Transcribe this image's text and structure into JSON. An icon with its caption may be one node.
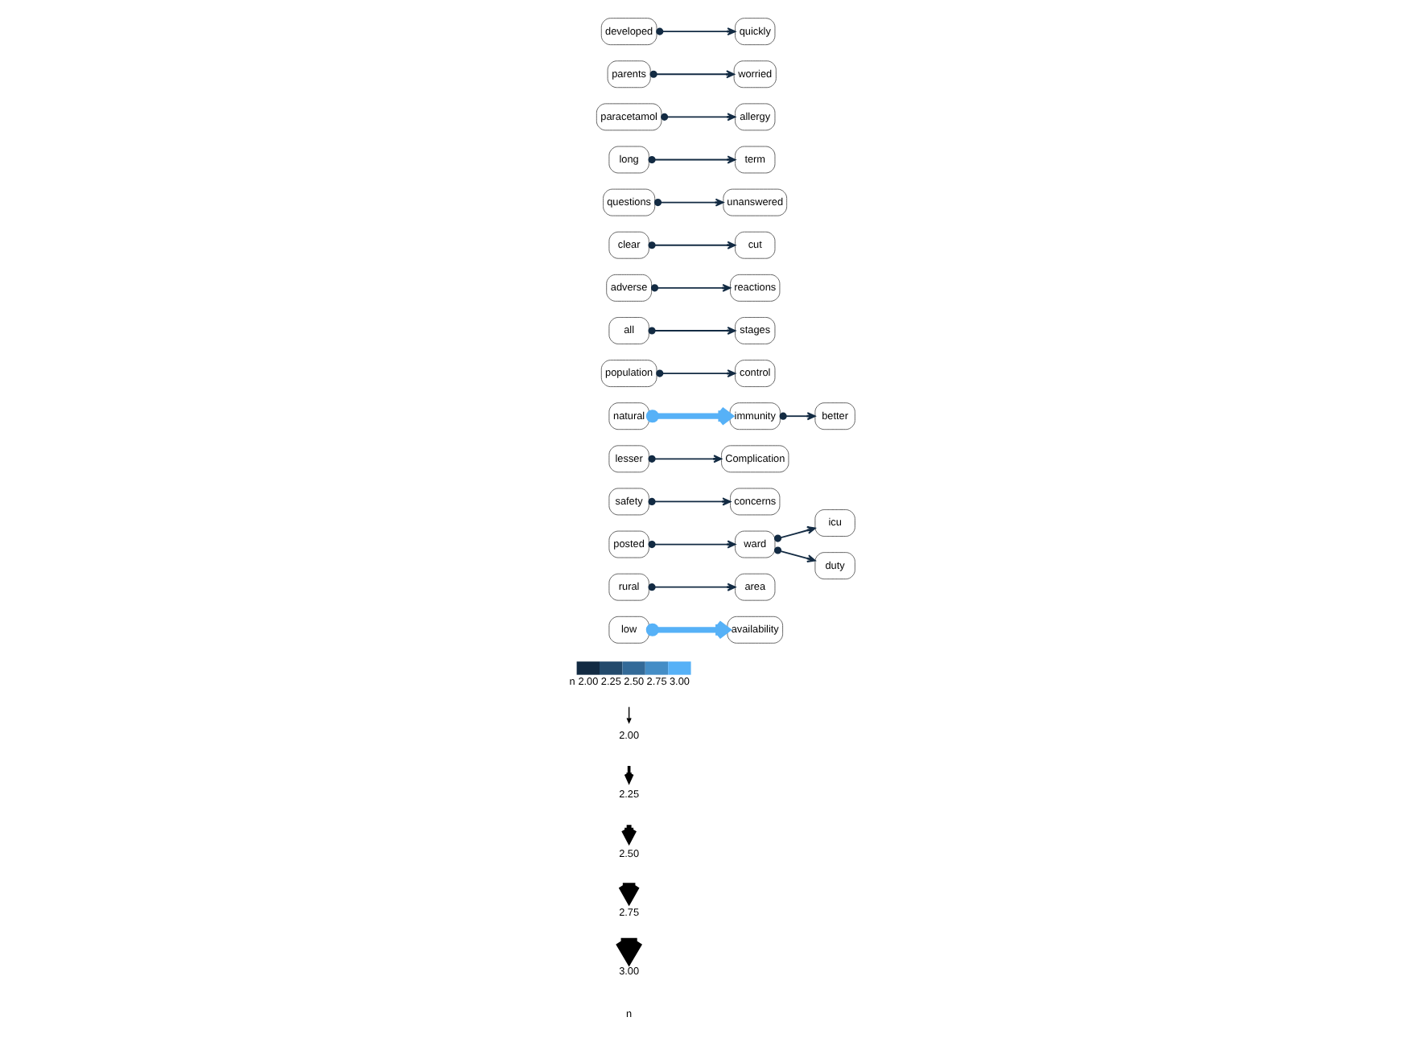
{
  "diagram": {
    "nodes": [
      {
        "text": [
          "availability"
        ]
      },
      {
        "text": [
          "low"
        ]
      },
      {
        "text": [
          "rural"
        ]
      },
      {
        "text": [
          "icu"
        ]
      },
      {
        "text": [
          "area"
        ]
      },
      {
        "text": [
          "concerns"
        ]
      },
      {
        "text": [
          "ward"
        ]
      },
      {
        "text": [
          "duty"
        ]
      },
      {
        "text": [
          "safety"
        ]
      },
      {
        "text": [
          "Complication"
        ]
      },
      {
        "text": [
          "posted"
        ]
      },
      {
        "text": [
          "lesser"
        ]
      },
      {
        "text": [
          "better"
        ]
      },
      {
        "text": [
          "population"
        ]
      },
      {
        "text": [
          "immunity"
        ]
      },
      {
        "text": [
          "control"
        ]
      },
      {
        "text": [
          "natural"
        ]
      },
      {
        "text": [
          "stages"
        ]
      },
      {
        "text": [
          "adverse"
        ]
      },
      {
        "text": [
          "all"
        ]
      },
      {
        "text": [
          "reactions"
        ]
      },
      {
        "text": [
          "cut"
        ]
      },
      {
        "text": [
          "clear"
        ]
      },
      {
        "text": [
          "questions"
        ]
      },
      {
        "text": [
          "term"
        ]
      },
      {
        "text": [
          "long"
        ]
      },
      {
        "text": [
          "unanswered"
        ]
      },
      {
        "text": [
          "allergy"
        ]
      },
      {
        "text": [
          "paracetamol"
        ]
      },
      {
        "text": [
          "parents"
        ]
      },
      {
        "text": [
          "quickly"
        ]
      },
      {
        "text": [
          "developed"
        ]
      },
      {
        "text": [
          "worried"
        ]
      }
    ],
    "edges": [
      {
        "from": 1,
        "to": 0,
        "arrow": "to",
        "style": "thick",
        "color": "#56b1f7"
      },
      {
        "from": 2,
        "to": 4,
        "arrow": "to"
      },
      {
        "from": 6,
        "to": 3,
        "arrow": "to"
      },
      {
        "from": 6,
        "to": 7,
        "arrow": "to"
      },
      {
        "from": 10,
        "to": 6,
        "arrow": "to"
      },
      {
        "from": 8,
        "to": 5,
        "arrow": "to"
      },
      {
        "from": 11,
        "to": 9,
        "arrow": "to"
      },
      {
        "from": 14,
        "to": 12,
        "arrow": "to"
      },
      {
        "from": 16,
        "to": 14,
        "arrow": "to",
        "style": "thick",
        "color": "#56b1f7"
      },
      {
        "from": 13,
        "to": 15,
        "arrow": "to"
      },
      {
        "from": 19,
        "to": 17,
        "arrow": "to"
      },
      {
        "from": 18,
        "to": 20,
        "arrow": "to"
      },
      {
        "from": 22,
        "to": 21,
        "arrow": "to"
      },
      {
        "from": 25,
        "to": 24,
        "arrow": "to"
      },
      {
        "from": 23,
        "to": 26,
        "arrow": "to"
      },
      {
        "from": 28,
        "to": 27,
        "arrow": "to"
      },
      {
        "from": 29,
        "to": 32,
        "arrow": "to"
      },
      {
        "from": 31,
        "to": 30,
        "arrow": "to"
      }
    ],
    "labels": [
      "n",
      "n"
    ],
    "legend": [
      {
        "text": "2.00"
      },
      {
        "text": "2.25"
      },
      {
        "text": "2.50"
      },
      {
        "text": "2.75"
      },
      {
        "text": "3.00"
      },
      {
        "text": "2.00",
        "color": "#132b43"
      },
      {
        "text": "2.25",
        "color": "#234a6c"
      },
      {
        "text": "2.50",
        "color": "#336a98"
      },
      {
        "text": "2.75",
        "color": "#448dc6"
      },
      {
        "text": "3.00",
        "color": "#56b1f7"
      }
    ]
  }
}
